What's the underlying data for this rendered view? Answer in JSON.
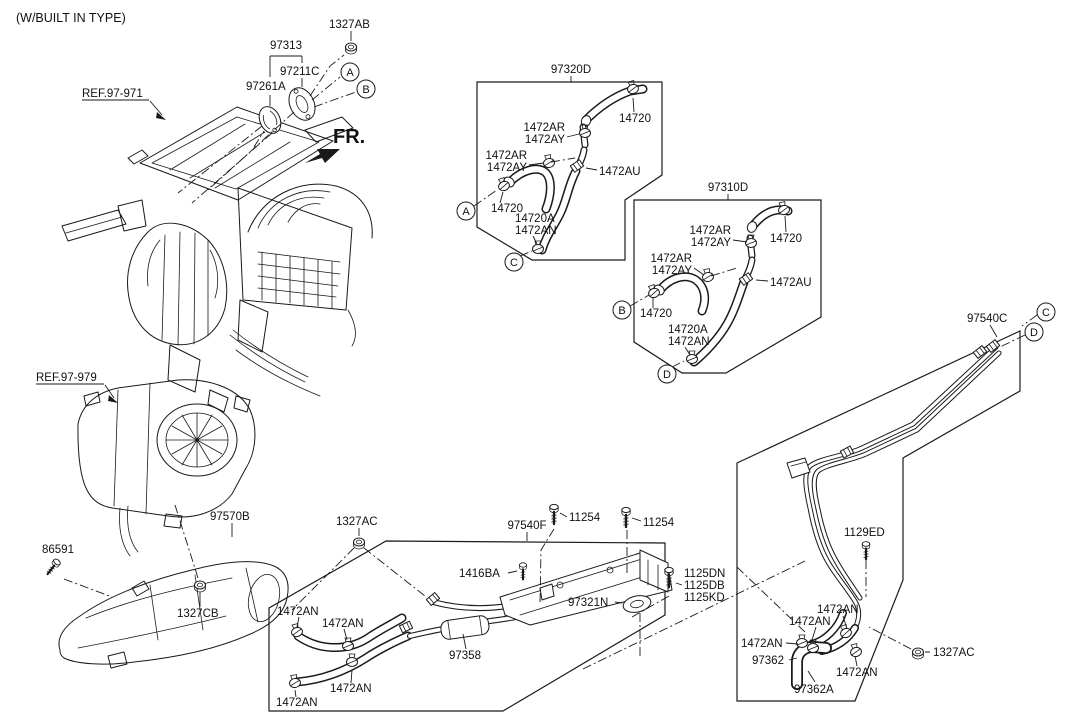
{
  "title": "(W/BUILT IN TYPE)",
  "fr": "FR.",
  "refs": {
    "hvac": "REF.97-971",
    "blower": "REF.97-979"
  },
  "callouts": {
    "a": "A",
    "b": "B",
    "c": "C",
    "d": "D"
  },
  "grommets": {
    "nut": "1327AB",
    "assy": "97313",
    "adapter": "97211C",
    "gasket": "97261A"
  },
  "box320": {
    "name": "97320D",
    "clamp_top": "14720",
    "p1r": "1472AR",
    "p1y": "1472AY",
    "p2r": "1472AR",
    "p2y": "1472AY",
    "au": "1472AU",
    "clamp_left": "14720",
    "hc1": "14720A",
    "hc2": "1472AN"
  },
  "box310": {
    "name": "97310D",
    "clamp_top": "14720",
    "p1r": "1472AR",
    "p1y": "1472AY",
    "p2r": "1472AR",
    "p2y": "1472AY",
    "au": "1472AU",
    "clamp_left": "14720",
    "hc1": "14720A",
    "hc2": "1472AN"
  },
  "pipec": {
    "name": "97540C",
    "bolt": "1129ED",
    "cl1": "1472AN",
    "cl2": "1472AN",
    "cl3": "1472AN",
    "cl4": "1472AN",
    "elbow": "97362",
    "tube": "97362A",
    "nut": "1327AC"
  },
  "pipef": {
    "name": "97540F",
    "nut": "1327AC",
    "bolt1": "11254",
    "bolt2": "11254",
    "screw": "1416BA",
    "b3a": "1125DN",
    "b3b": "1125DB",
    "b3c": "1125KD",
    "grommet": "97321N",
    "pad": "97358",
    "cl1": "1472AN",
    "cl2": "1472AN",
    "cl3": "1472AN",
    "cl4": "1472AN"
  },
  "duct": {
    "part": "97570B",
    "bolt": "86591",
    "nut": "1327CB"
  },
  "colors": {
    "ink": "#1a1a1a",
    "bg": "#ffffff"
  }
}
